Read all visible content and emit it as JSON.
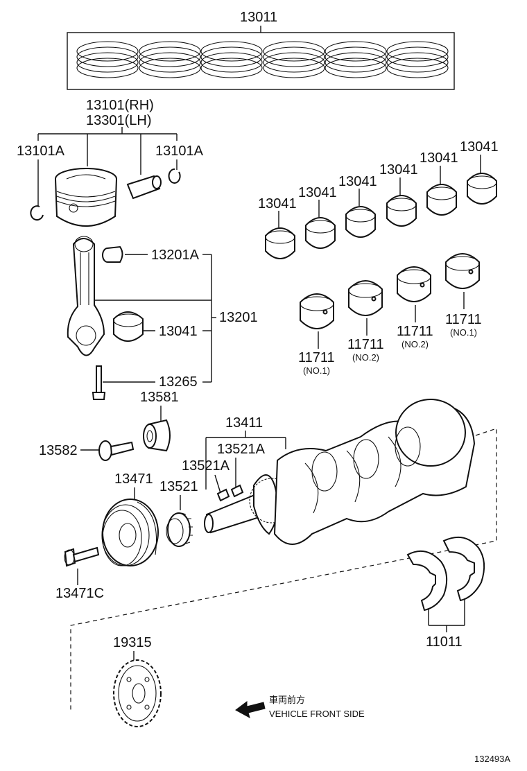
{
  "labels": {
    "piston_ring_set": "13011",
    "piston_rh": "13101(RH)",
    "piston_lh": "13301(LH)",
    "snap_ring_left": "13101A",
    "snap_ring_right": "13101A",
    "pin_bushing": "13201A",
    "conrod_assy": "13201",
    "conrod_bearing": "13041",
    "conrod_bolt": "13265",
    "bearing_r1": "13041",
    "bearing_r2": "13041",
    "bearing_r3": "13041",
    "bearing_r4": "13041",
    "bearing_r5": "13041",
    "bearing_r6": "13041",
    "main_bearing_a": "11711",
    "main_bearing_a_note": "(NO.1)",
    "main_bearing_b": "11711",
    "main_bearing_b_note": "(NO.2)",
    "main_bearing_c": "11711",
    "main_bearing_c_note": "(NO.2)",
    "main_bearing_d": "11711",
    "main_bearing_d_note": "(NO.1)",
    "washer_plate": "13581",
    "bolt_13582": "13582",
    "crankshaft": "13411",
    "key_a_right": "13521A",
    "key_a_left": "13521A",
    "pulley": "13471",
    "timing_gear": "13521",
    "pulley_bolt": "13471C",
    "thrust_washer_set": "11011",
    "signal_plate": "19315",
    "front_jp": "車両前方",
    "front_en": "VEHICLE FRONT SIDE",
    "figure_id": "132493A"
  }
}
